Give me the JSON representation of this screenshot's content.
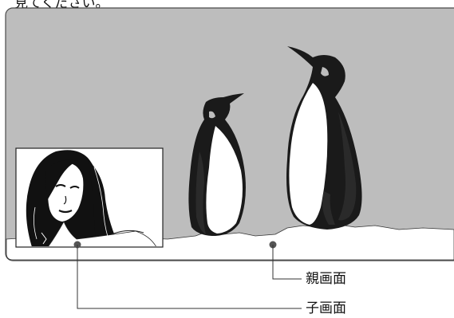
{
  "caption_fragment": "見てください。",
  "labels": {
    "main_screen": "親画面",
    "sub_screen": "子画面"
  },
  "colors": {
    "screen_background": "#bdbdbd",
    "screen_border": "#4a4a4a",
    "snow": "#ffffff",
    "ink": "#111111",
    "callout_line": "#333333"
  },
  "pip_scene": "woman-portrait",
  "main_scene": "penguins-on-snow"
}
